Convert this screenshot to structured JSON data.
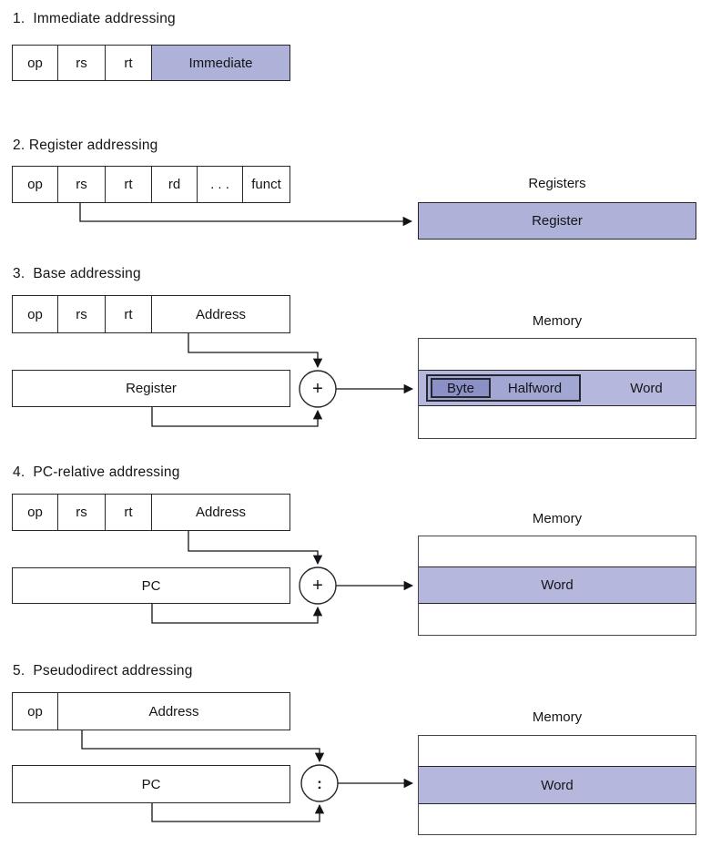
{
  "colors": {
    "shade": "#aeb2d8",
    "memory_row_shade": "#b5b8dc",
    "halfword_fill": "#a1a6d2",
    "byte_fill": "#8b91c7",
    "line": "#141418"
  },
  "sections": {
    "s1": {
      "title": "1.  Immediate addressing",
      "fields": [
        "op",
        "rs",
        "rt",
        "Immediate"
      ]
    },
    "s2": {
      "title": "2. Register addressing",
      "fields": [
        "op",
        "rs",
        "rt",
        "rd",
        ". . .",
        "funct"
      ],
      "bank_title": "Registers",
      "bank_row": "Register"
    },
    "s3": {
      "title": "3.  Base addressing",
      "fields": [
        "op",
        "rs",
        "rt",
        "Address"
      ],
      "source_box": "Register",
      "operator": "+",
      "memory_title": "Memory",
      "byte": "Byte",
      "halfword": "Halfword",
      "word": "Word"
    },
    "s4": {
      "title": "4.  PC-relative addressing",
      "fields": [
        "op",
        "rs",
        "rt",
        "Address"
      ],
      "source_box": "PC",
      "operator": "+",
      "memory_title": "Memory",
      "word": "Word"
    },
    "s5": {
      "title": "5.  Pseudodirect addressing",
      "fields": [
        "op",
        "Address"
      ],
      "source_box": "PC",
      "operator": ":",
      "memory_title": "Memory",
      "word": "Word"
    }
  }
}
